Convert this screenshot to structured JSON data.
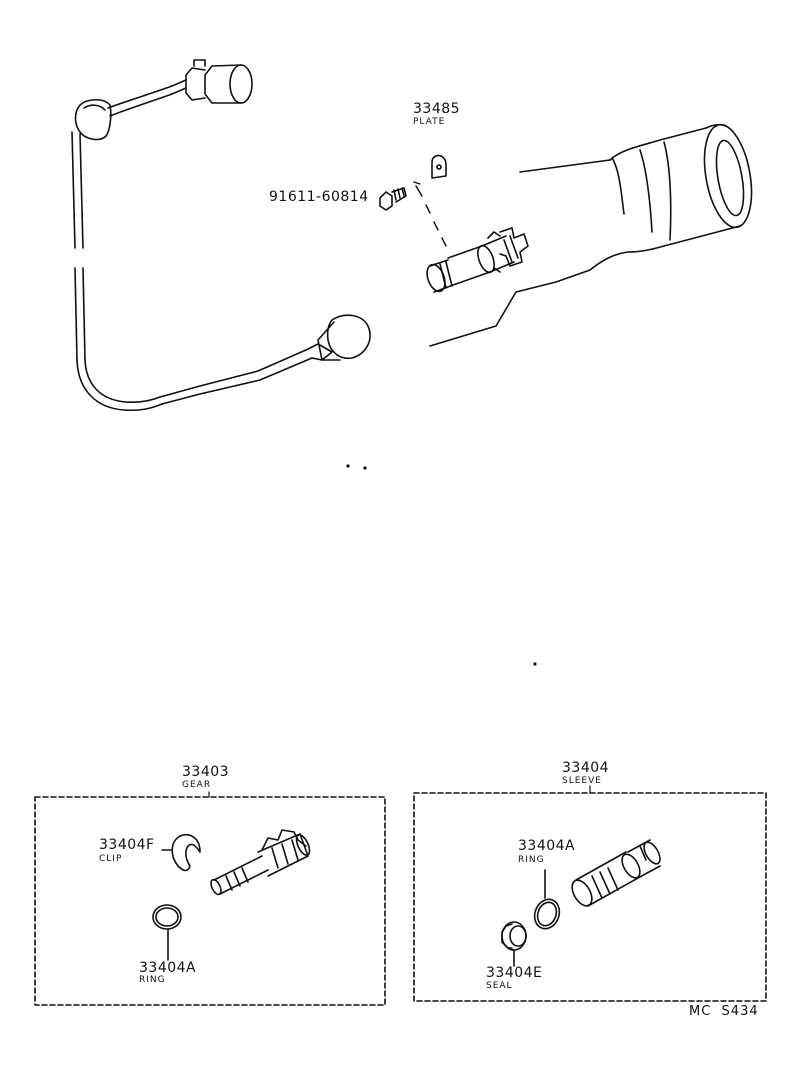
{
  "parts": {
    "plate": {
      "number": "33485",
      "name": "PLATE"
    },
    "bolt": {
      "number": "91611-60814"
    },
    "gear": {
      "number": "33403",
      "name": "GEAR"
    },
    "clip": {
      "number": "33404F",
      "name": "CLIP"
    },
    "gear_ring": {
      "number": "33404A",
      "name": "RING"
    },
    "sleeve": {
      "number": "33404",
      "name": "SLEEVE"
    },
    "sleeve_ring": {
      "number": "33404A",
      "name": "RING"
    },
    "seal": {
      "number": "33404E",
      "name": "SEAL"
    }
  },
  "diagram_code": "MC  S434",
  "colors": {
    "line": "#111111",
    "background": "#ffffff"
  }
}
